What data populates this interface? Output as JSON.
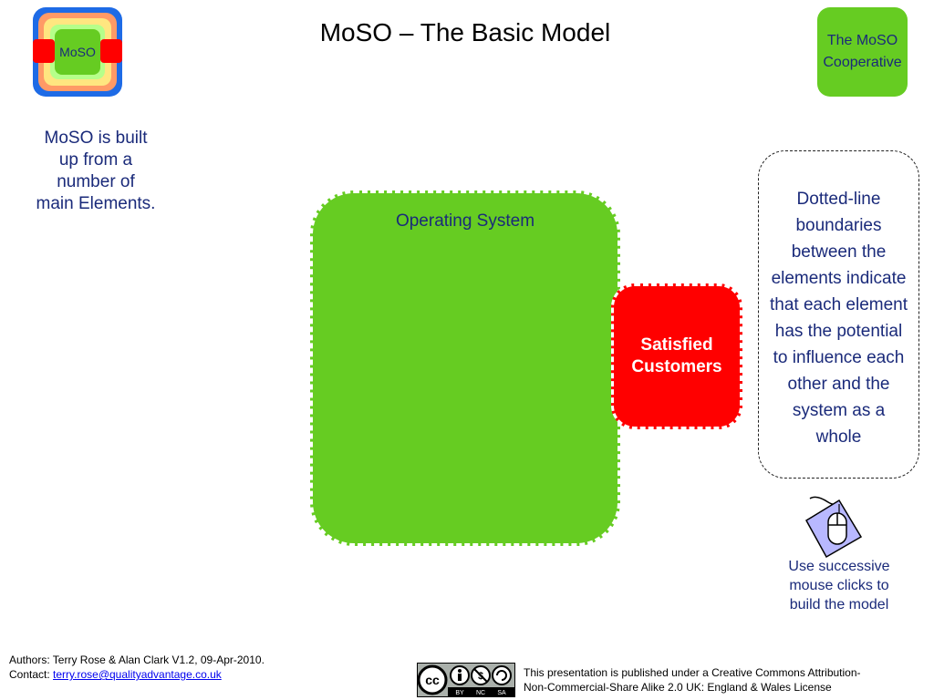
{
  "header": {
    "logo_text": "MoSO",
    "title": "MoSO – The Basic Model",
    "coop_line1": "The MoSO",
    "coop_line2": "Cooperative"
  },
  "intro": {
    "lines": [
      "MoSO is built",
      "up from a",
      "number of",
      "main Elements."
    ]
  },
  "diagram": {
    "operating_system_label": "Operating System",
    "customers_line1": "Satisfied",
    "customers_line2": "Customers",
    "colors": {
      "operating_system": "#66cc22",
      "customers": "#ff0000",
      "text": "#1a2a7a"
    }
  },
  "note": {
    "lines": [
      "Dotted-line",
      "boundaries",
      "between the",
      "elements indicate",
      "that each element",
      "has the potential",
      "to influence each",
      "other and the",
      "system as a",
      "whole"
    ]
  },
  "hint": {
    "icon": "mouse-icon",
    "lines": [
      "Use successive",
      "mouse clicks to",
      "build the model"
    ]
  },
  "footer": {
    "authors": "Authors: Terry Rose & Alan Clark  V1.2, 09-Apr-2010.",
    "contact_label": "Contact: ",
    "contact_email": "terry.rose@qualityadvantage.co.uk",
    "cc_badge": {
      "cc": "cc",
      "by": "BY",
      "nc": "NC",
      "sa": "SA"
    },
    "license_line1": "This presentation is published under a Creative Commons Attribution-",
    "license_line2": "Non-Commercial-Share Alike 2.0 UK: England & Wales License"
  }
}
